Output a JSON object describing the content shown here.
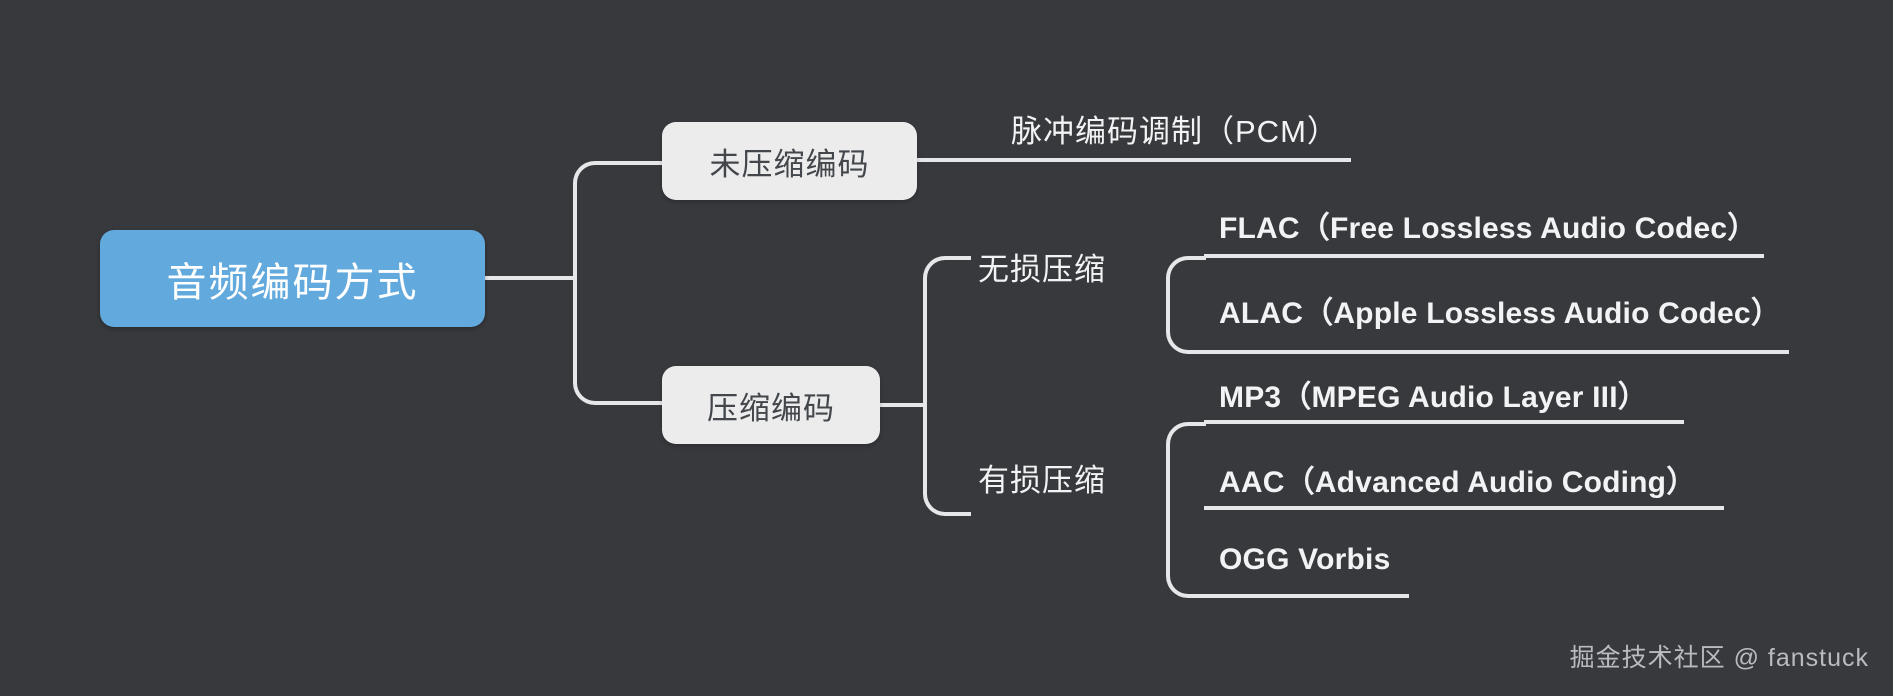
{
  "meta": {
    "background_color": "#37393d",
    "line_color": "#e6e7e9",
    "root_color": "#62aadd",
    "node_color": "#ececed"
  },
  "root": {
    "label": "音频编码方式"
  },
  "branches": [
    {
      "label": "未压缩编码",
      "children": [
        {
          "label": "脉冲编码调制（PCM）",
          "script": "cjk"
        }
      ]
    },
    {
      "label": "压缩编码",
      "groups": [
        {
          "label": "无损压缩",
          "children": [
            {
              "label": "FLAC（Free Lossless Audio Codec）"
            },
            {
              "label": "ALAC（Apple Lossless Audio Codec）"
            }
          ]
        },
        {
          "label": "有损压缩",
          "children": [
            {
              "label": "MP3（MPEG Audio Layer III）"
            },
            {
              "label": "AAC（Advanced Audio Coding）"
            },
            {
              "label": "OGG Vorbis"
            }
          ]
        }
      ]
    }
  ],
  "watermark": {
    "text": "掘金技术社区 @ fanstuck"
  }
}
